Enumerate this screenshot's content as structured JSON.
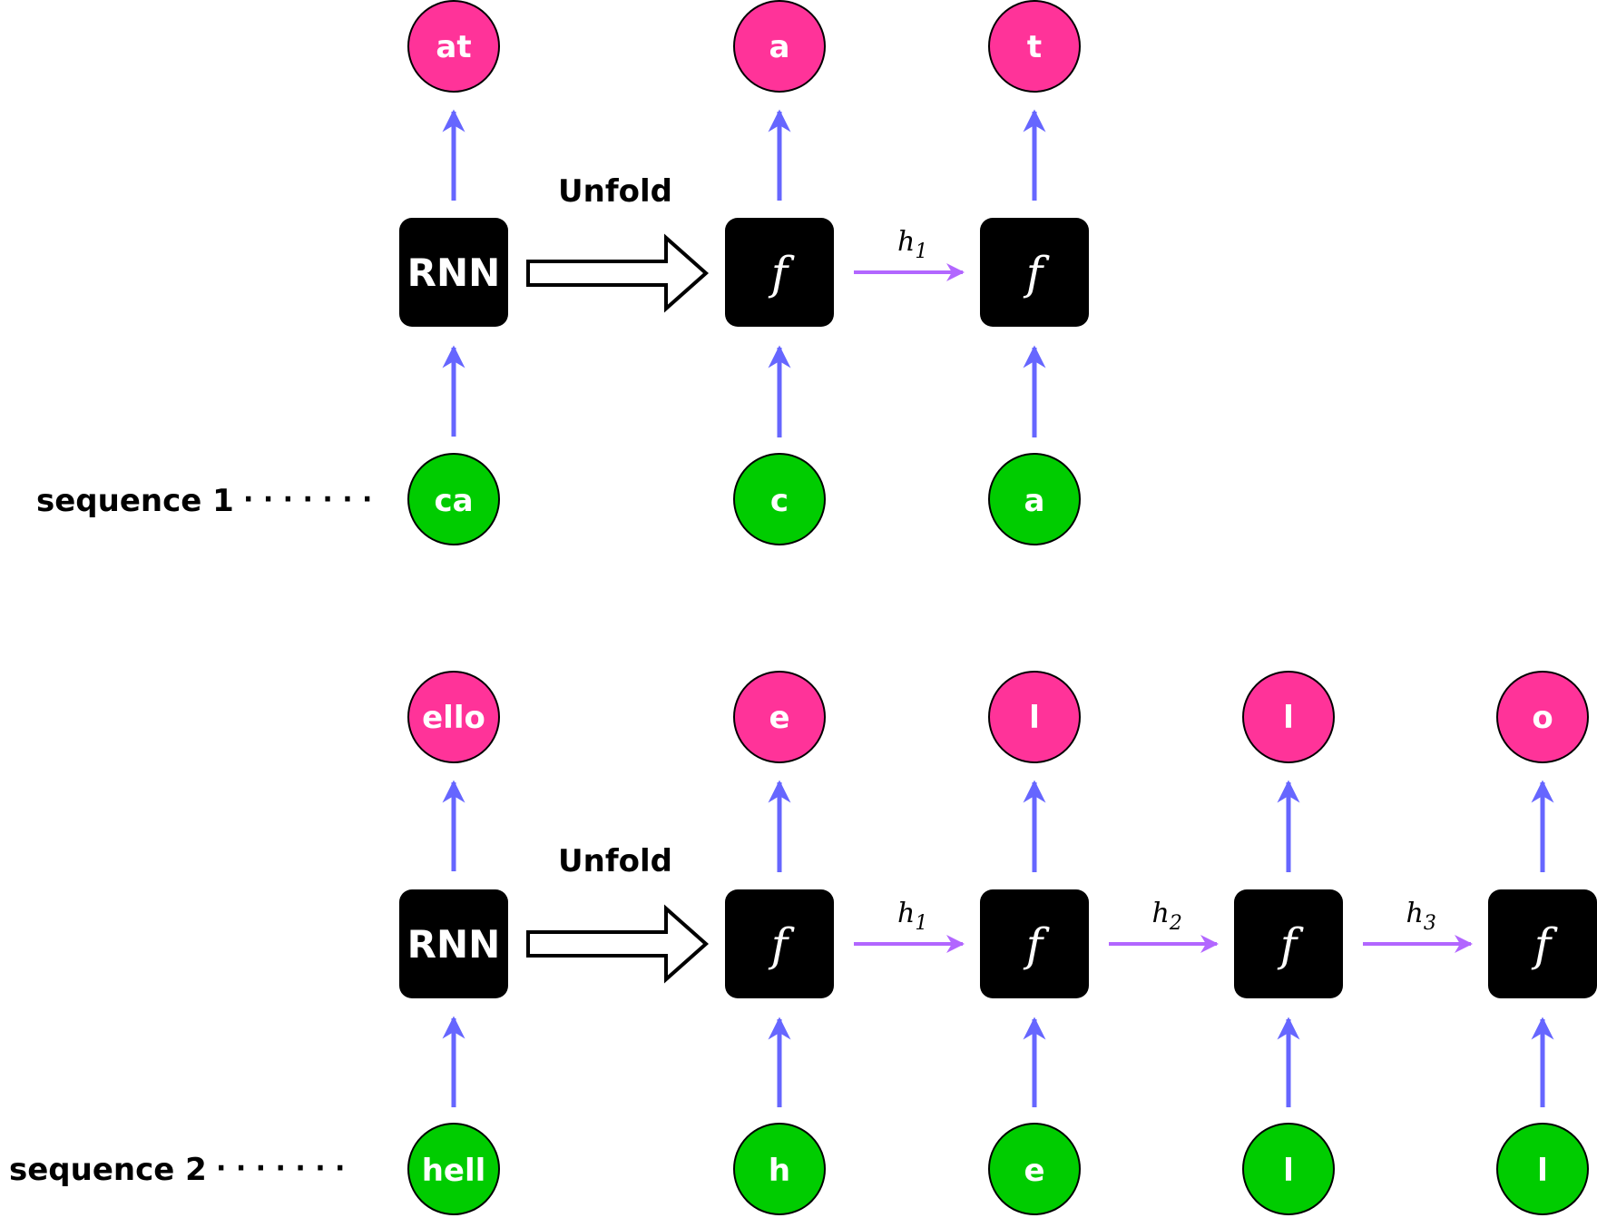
{
  "colors": {
    "output": "#ff3399",
    "input": "#00cc00",
    "vertical_arrow": "#6666ff",
    "hidden_arrow": "#b266ff",
    "box": "#000000"
  },
  "seq1": {
    "label": "sequence 1",
    "dots": "· · · · · · ·",
    "unfold": "Unfold",
    "rnn": "RNN",
    "rnn_output": "at",
    "rnn_input": "ca",
    "fn": "f",
    "steps": [
      {
        "output": "a",
        "input": "c"
      },
      {
        "output": "t",
        "input": "a"
      }
    ],
    "hidden": [
      {
        "h": "h",
        "sub": "1"
      }
    ]
  },
  "seq2": {
    "label": "sequence 2",
    "dots": "· · · · · · ·",
    "unfold": "Unfold",
    "rnn": "RNN",
    "rnn_output": "ello",
    "rnn_input": "hell",
    "fn": "f",
    "steps": [
      {
        "output": "e",
        "input": "h"
      },
      {
        "output": "l",
        "input": "e"
      },
      {
        "output": "l",
        "input": "l"
      },
      {
        "output": "o",
        "input": "l"
      }
    ],
    "hidden": [
      {
        "h": "h",
        "sub": "1"
      },
      {
        "h": "h",
        "sub": "2"
      },
      {
        "h": "h",
        "sub": "3"
      }
    ]
  }
}
